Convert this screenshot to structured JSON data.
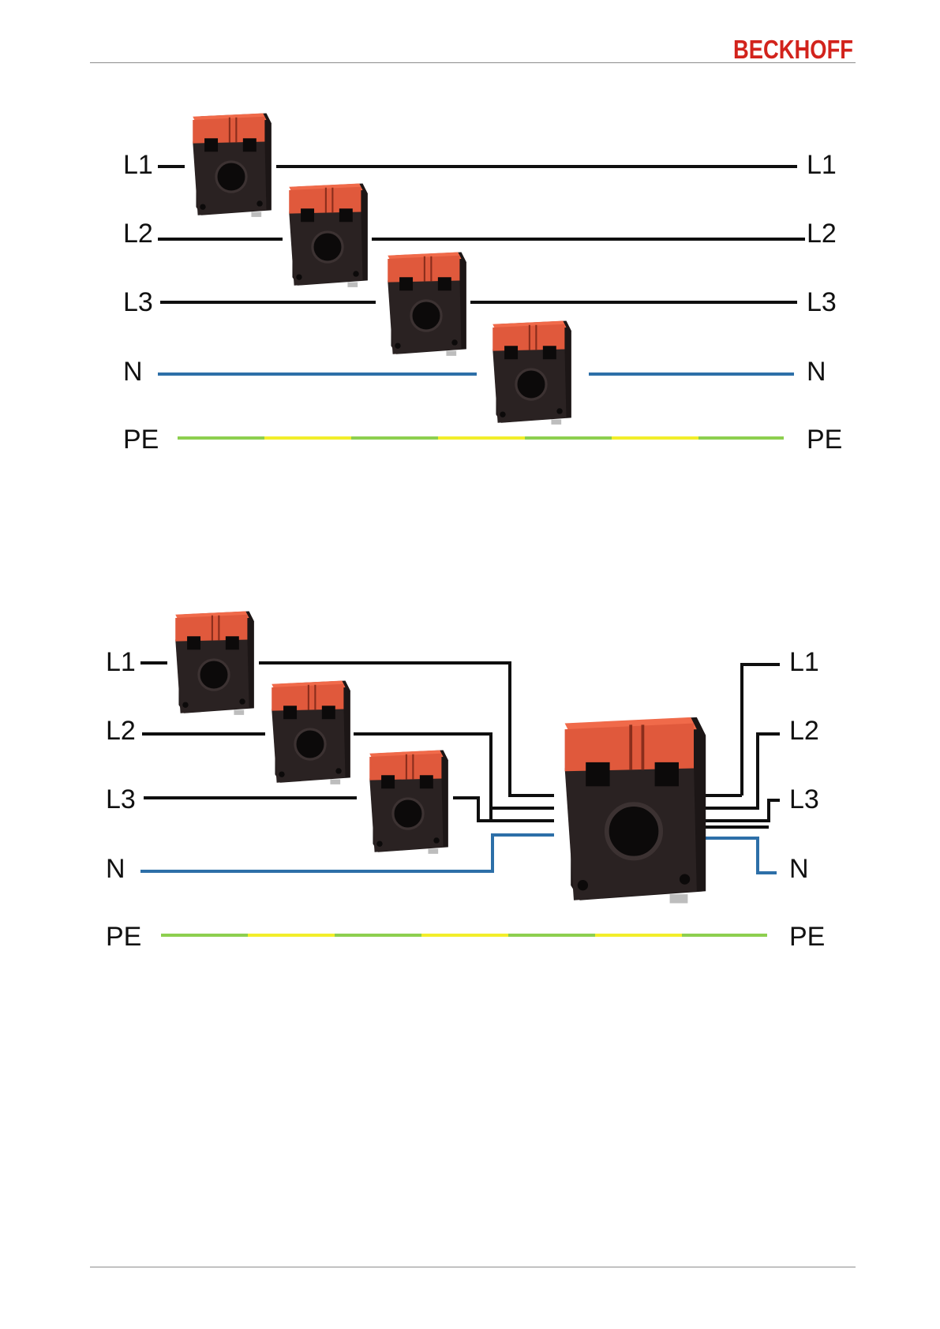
{
  "header": {
    "brand": "BECKHOFF",
    "brand_color": "#d2231c",
    "rule_color": "#8c8c8c"
  },
  "colors": {
    "phase": "#0f0f0f",
    "neutral": "#2d6fa8",
    "pe_green": "#8dcf4f",
    "pe_yellow": "#f2ee2a",
    "transformer_body": "#2a2222",
    "transformer_cap": "#e0593c"
  },
  "diagram_top": {
    "labels_left": [
      "L1",
      "L2",
      "L3",
      "N",
      "PE"
    ],
    "labels_right": [
      "L1",
      "L2",
      "L3",
      "N",
      "PE"
    ]
  },
  "diagram_bottom": {
    "labels_left": [
      "L1",
      "L2",
      "L3",
      "N",
      "PE"
    ],
    "labels_right": [
      "L1",
      "L2",
      "L3",
      "N",
      "PE"
    ]
  }
}
